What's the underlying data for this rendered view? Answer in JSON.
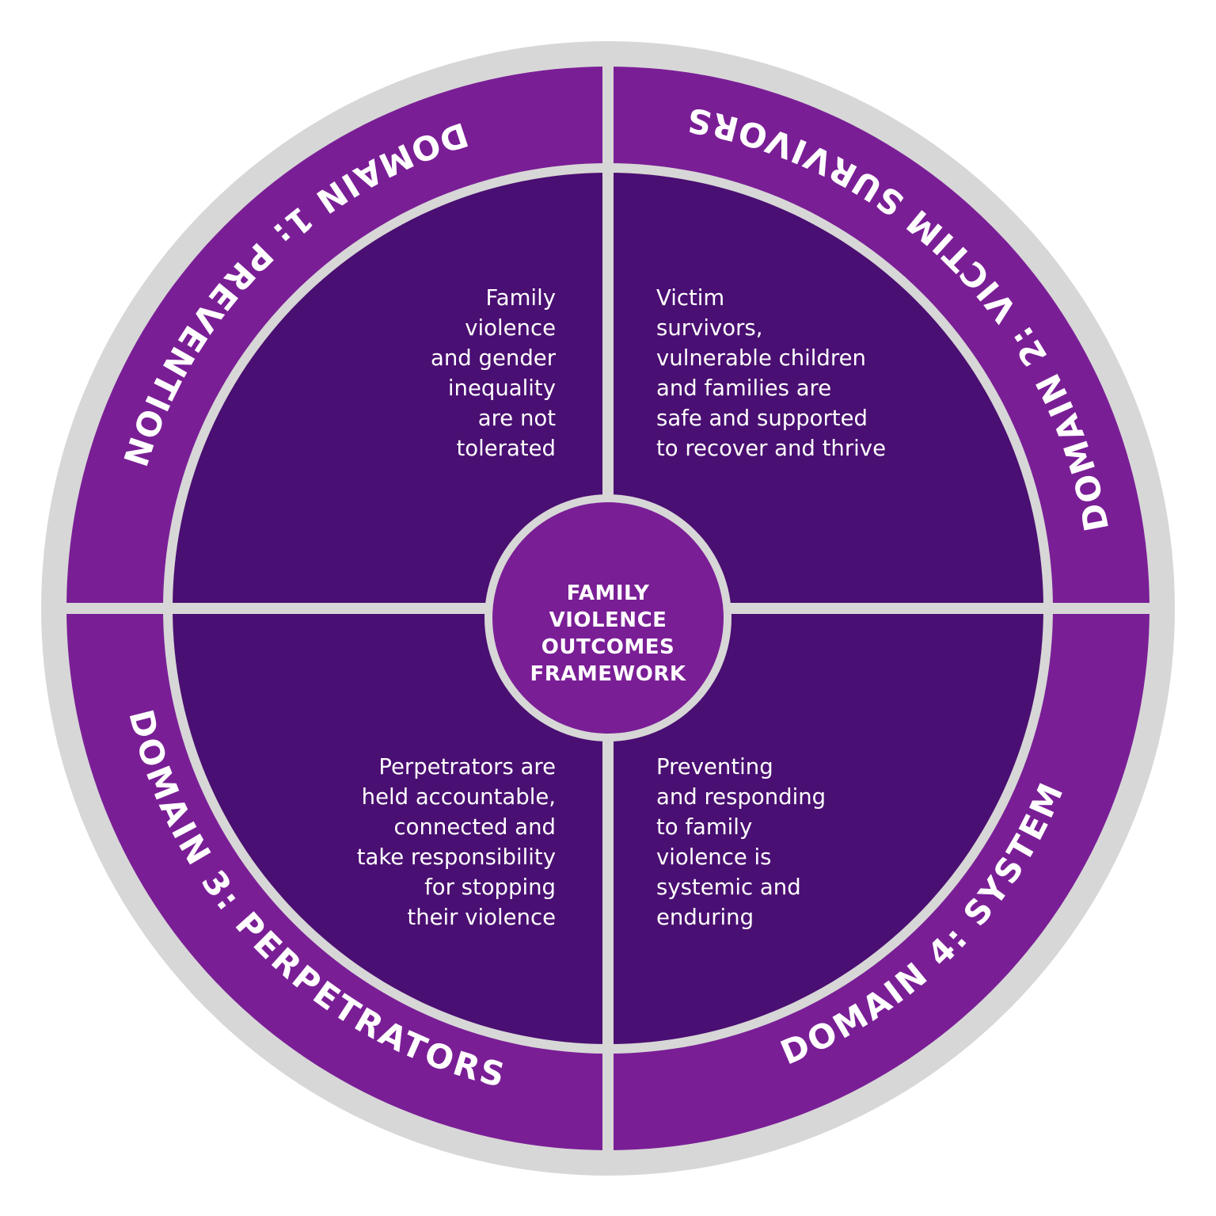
{
  "colors": {
    "outer_ring": "#7a1e96",
    "inner_quadrants": "#4a0f72",
    "center_circle": "#7a1e96",
    "dividers": "#d7d7d7",
    "text": "#ffffff"
  },
  "center": {
    "title": "FAMILY\nVIOLENCE\nOUTCOMES\nFRAMEWORK"
  },
  "domains": [
    {
      "label": "DOMAIN 1: PREVENTION",
      "outcome": "Family\nviolence\nand gender\ninequality\nare not\ntolerated"
    },
    {
      "label": "DOMAIN 2: VICTIM SURVIVORS",
      "outcome": "Victim\nsurvivors,\nvulnerable children\nand families are\nsafe and supported\nto recover and thrive"
    },
    {
      "label": "DOMAIN 3: PERPETRATORS",
      "outcome": "Perpetrators are\nheld accountable,\nconnected and\ntake responsibility\nfor stopping\ntheir violence"
    },
    {
      "label": "DOMAIN 4: SYSTEM",
      "outcome": "Preventing\nand responding\nto family\nviolence is\nsystemic and\nenduring"
    }
  ]
}
